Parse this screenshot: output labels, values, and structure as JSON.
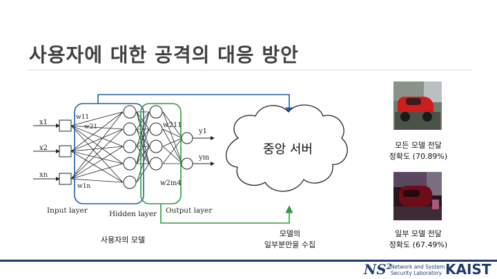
{
  "slide": {
    "title": "사용자에 대한 공격의 대응 방안"
  },
  "network": {
    "inputs": [
      "x1",
      "x2",
      "xn"
    ],
    "outputs": [
      "y1",
      "ym"
    ],
    "weights1": [
      "w11",
      "w21",
      "w1n"
    ],
    "weights2": [
      "w211",
      "w2m4"
    ],
    "input_layer": "Input layer",
    "hidden_layer": "Hidden layer",
    "output_layer": "Output layer"
  },
  "server": {
    "label": "중앙 서버"
  },
  "captions": {
    "user_model": "사용자의 모델",
    "partial_collect_line1": "모델의",
    "partial_collect_line2": "일부분만을 수집"
  },
  "results": {
    "full": {
      "line1": "모든 모델 전달",
      "line2": "정확도 (70.89%)"
    },
    "partial": {
      "line1": "일부 모델 전달",
      "line2": "정확도 (67.49%)"
    }
  },
  "footer": {
    "ns": "NS",
    "ns_sup": "2",
    "lab_line1": "Network and System",
    "lab_line2": "Security Laboratory",
    "kaist": "KAIST"
  },
  "colors": {
    "accent_blue": "#1f5fa8",
    "accent_green": "#2e9a3a",
    "footer_navy": "#1f3b6e"
  }
}
